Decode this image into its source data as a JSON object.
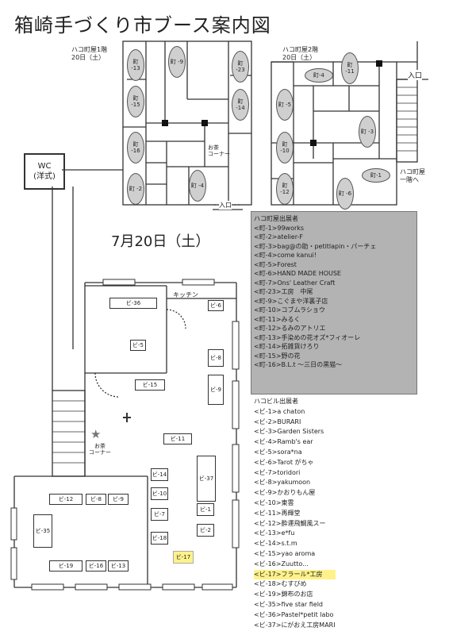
{
  "title": "箱崎手づくり市ブース案内図",
  "floor1_label": "ハコ町屋1階\n20日（土）",
  "floor2_label": "ハコ町屋2階\n20日（土）",
  "date_label": "7月20日（土）",
  "entrance_label": "入口",
  "entrance_right_label": "入口",
  "stairs_label": "ハコ町屋\n一階へ",
  "tea_corner_label": "お茶\nコーナー",
  "tea_corner_label2": "お茶\nコーナー",
  "kitchen_label": "キッチン",
  "wc_line1": "WC",
  "wc_line2": "(洋式)",
  "floor1_booths": [
    "町\n-13",
    "町\n-9",
    "町\n-23",
    "町\n-15",
    "町\n-14",
    "町\n-16",
    "町\n-2",
    "町\n-4"
  ],
  "floor2_booths": [
    "町-4",
    "町\n-11",
    "町\n-5",
    "町\n-3",
    "町\n-10",
    "町-1",
    "町\n-12",
    "町\n-6"
  ],
  "building_booths": [
    "ビ-36",
    "ビ-6",
    "ビ-5",
    "ビ-8",
    "ビ-15",
    "ビ-9",
    "ビ-11",
    "ビ-14",
    "ビ-37",
    "ビ-10",
    "ビ-1",
    "ビ-7",
    "ビ-2",
    "ビ-18",
    "ビ-17",
    "ビ-12",
    "ビ-8",
    "ビ-9",
    "ビ-35",
    "ビ-19",
    "ビ-16",
    "ビ-13"
  ],
  "machiya_list_title": "ハコ町屋出展者",
  "machiya_list": [
    "<町-1>99works",
    "<町-2>atelier-F",
    "<町-3>bag@の助・petitlapin・パーチェ",
    "<町-4>come kanui!",
    "<町-5>Forest",
    "<町-6>HAND MADE HOUSE",
    "<町-7>Ons' Leather Craft",
    "<町-23>工房　中尾",
    "<町-9>こぐまや洋裏子店",
    "<町-10>コブムラショウ",
    "<町-11>みるく",
    "<町-12>るみのアトリエ",
    "<町-13>手染めの花オズ*フィオーレ",
    "<町-14>拓雑貨けろり",
    "<町-15>野の花",
    "<町-16>B.L.t ～三日の黒猫～"
  ],
  "building_list_title": "ハコビル出展者",
  "building_list": [
    "<ビ-1>a chaton",
    "<ビ-2>BURARI",
    "<ビ-3>Garden Sisters",
    "<ビ-4>Ramb's ear",
    "<ビ-5>sora*na",
    "<ビ-6>Tarot がちゃ",
    "<ビ-7>toridori",
    "<ビ-8>yakumoon",
    "<ビ-9>かおりもん屋",
    "<ビ-10>東雲",
    "<ビ-11>再輝堂",
    "<ビ-12>酔運飛鯛風スー",
    "<ビ-13>e*fu",
    "<ビ-14>s.t.m",
    "<ビ-15>yao aroma",
    "<ビ-16>Zuutto...",
    "<ビ-17>フラール*工房",
    "<ビ-18>むすびめ",
    "<ビ-19>錦布のお店",
    "<ビ-35>five star field",
    "<ビ-36>Pastel*petit labo",
    "<ビ-37>にがおえ工房MARI"
  ],
  "highlight_color": "#fff28a",
  "list_bg_color": "#b3b3b3"
}
